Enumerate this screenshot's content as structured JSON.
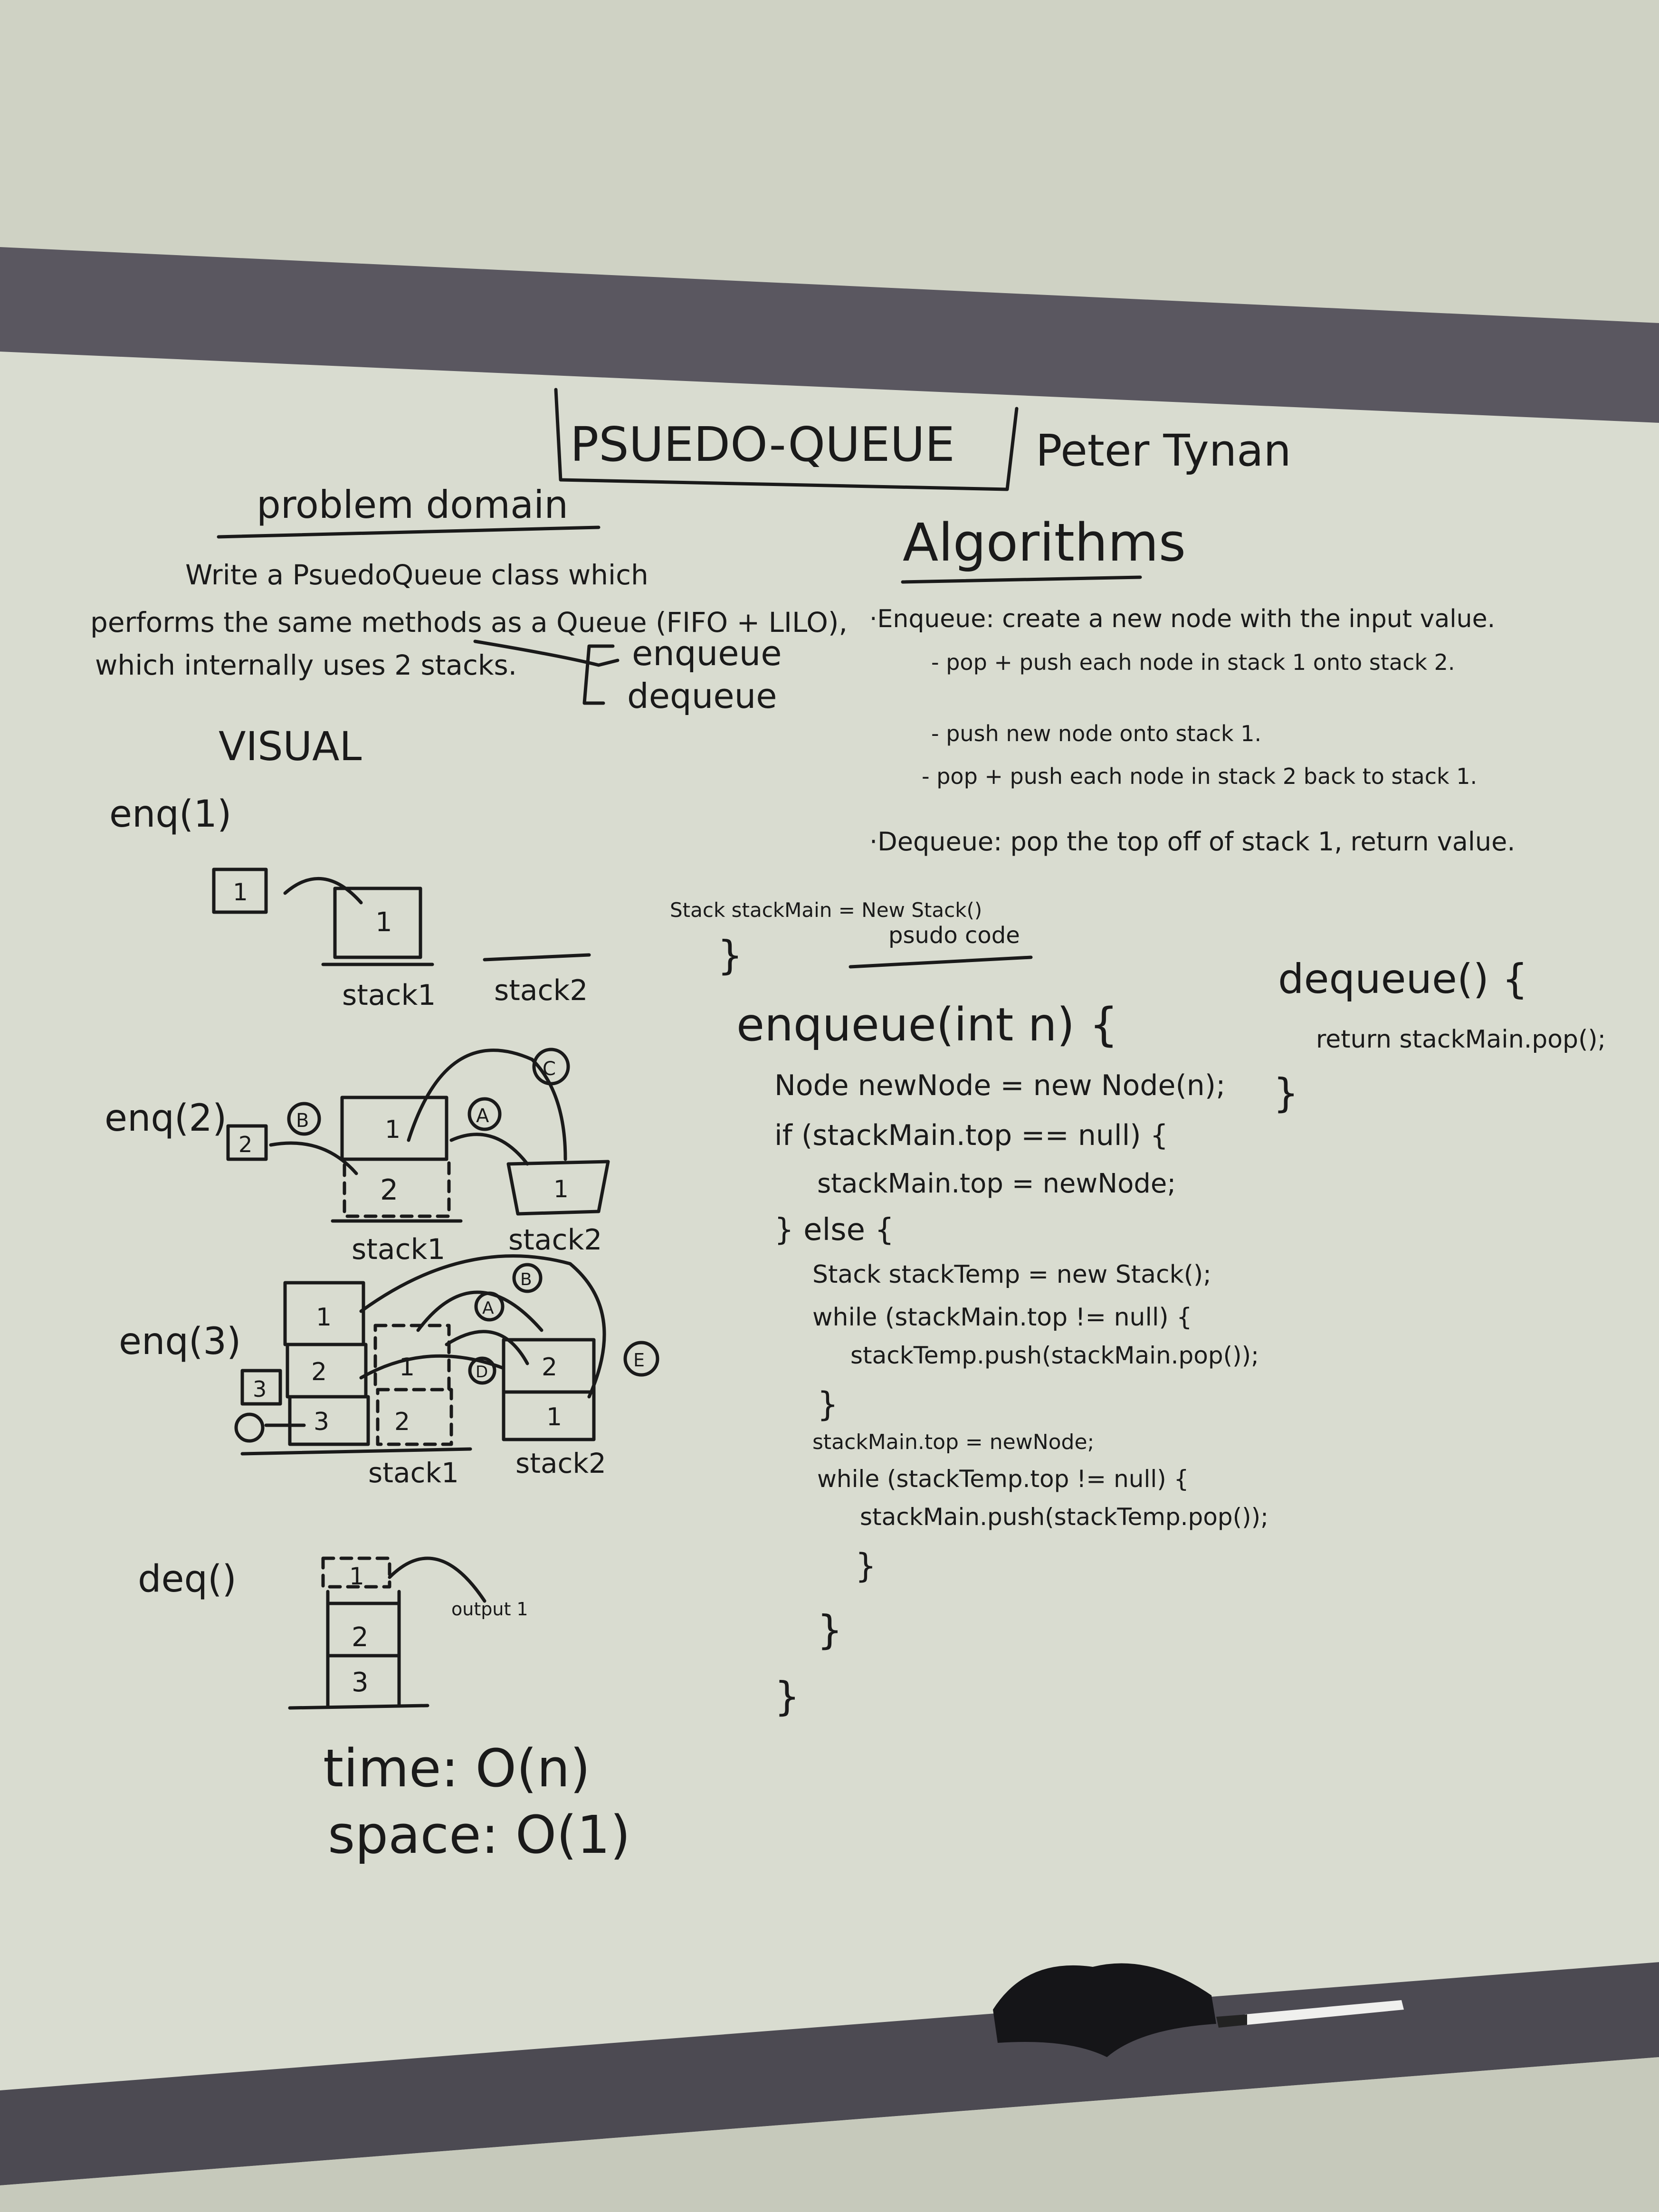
{
  "title": "PSUEDO-QUEUE",
  "author": "Peter Tynan",
  "problem_domain": {
    "heading": "problem domain",
    "lines": [
      "Write a PsuedoQueue class which",
      "performs the same methods as a Queue (FIFO + LILO),",
      "which internally uses 2 stacks."
    ],
    "methods": [
      "enqueue",
      "dequeue"
    ]
  },
  "visual": {
    "heading": "VISUAL",
    "steps": {
      "enq1": "enq(1)",
      "enq2": "enq(2)",
      "enq3": "enq(3)",
      "deq": "deq()"
    },
    "stack1_label": "stack1",
    "stack2_label": "stack2",
    "stack1_label_alt": "stack1",
    "stack2_label_alt": "stack2",
    "step_markers": [
      "A",
      "B",
      "C",
      "D",
      "E"
    ],
    "output_label": "output 1",
    "values": [
      "1",
      "2",
      "3"
    ]
  },
  "complexity": {
    "time": "time: O(n)",
    "space": "space: O(1)"
  },
  "algorithms": {
    "heading": "Algorithms",
    "lines": [
      "·Enqueue: create a new node with the input value.",
      "- pop + push each node in stack 1 onto stack 2.",
      "- push new node onto stack 1.",
      "- pop + push each node in stack 2 back to stack 1.",
      "·Dequeue: pop the top off of stack 1, return value."
    ]
  },
  "pseudo_code": {
    "preamble": "Stack stackMain = New Stack()",
    "preamble_close": "}",
    "heading": "psudo code",
    "enqueue_lines": [
      "enqueue(int n) {",
      "Node newNode = new Node(n);",
      "if (stackMain.top == null) {",
      "stackMain.top = newNode;",
      "} else {",
      "Stack stackTemp = new Stack();",
      "while (stackMain.top != null) {",
      "stackTemp.push(stackMain.pop());",
      "}",
      "stackMain.top = newNode;",
      "while (stackTemp.top != null) {",
      "stackMain.push(stackTemp.pop());",
      "}",
      "}",
      "}"
    ],
    "dequeue_lines": [
      "dequeue() {",
      "return stackMain.pop();",
      "}"
    ]
  }
}
